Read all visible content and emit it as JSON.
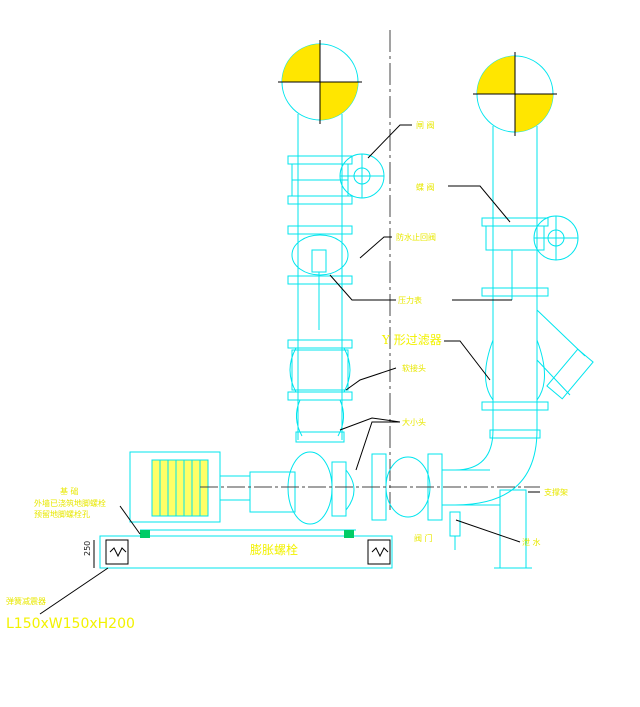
{
  "labels": {
    "valve_a": "闸 阀",
    "valve_b": "蝶 阀",
    "check_valve": "防水止回阀",
    "pressure_gauge": "压力表",
    "filter": "Y 形过滤器",
    "flex_joint": "软接头",
    "reducer": "大小头",
    "support": "支撑架",
    "drain": "泄 水",
    "drain_valve": "阀 门",
    "base_note_1": "基 础",
    "base_note_2": "外墙已浇筑地脚螺栓",
    "base_note_3": "预留地脚螺栓孔",
    "isolator_name": "弹簧减震器",
    "isolator_size": "L150xW150xH200",
    "anchor": "膨胀螺栓",
    "dim": "250",
    "y_mark": "Y"
  },
  "colors": {
    "pipe": "#00e5ee",
    "text": "#f2f200",
    "gauge_fill": "#ffe600",
    "dim": "#222222",
    "motor": "#ffff66"
  }
}
